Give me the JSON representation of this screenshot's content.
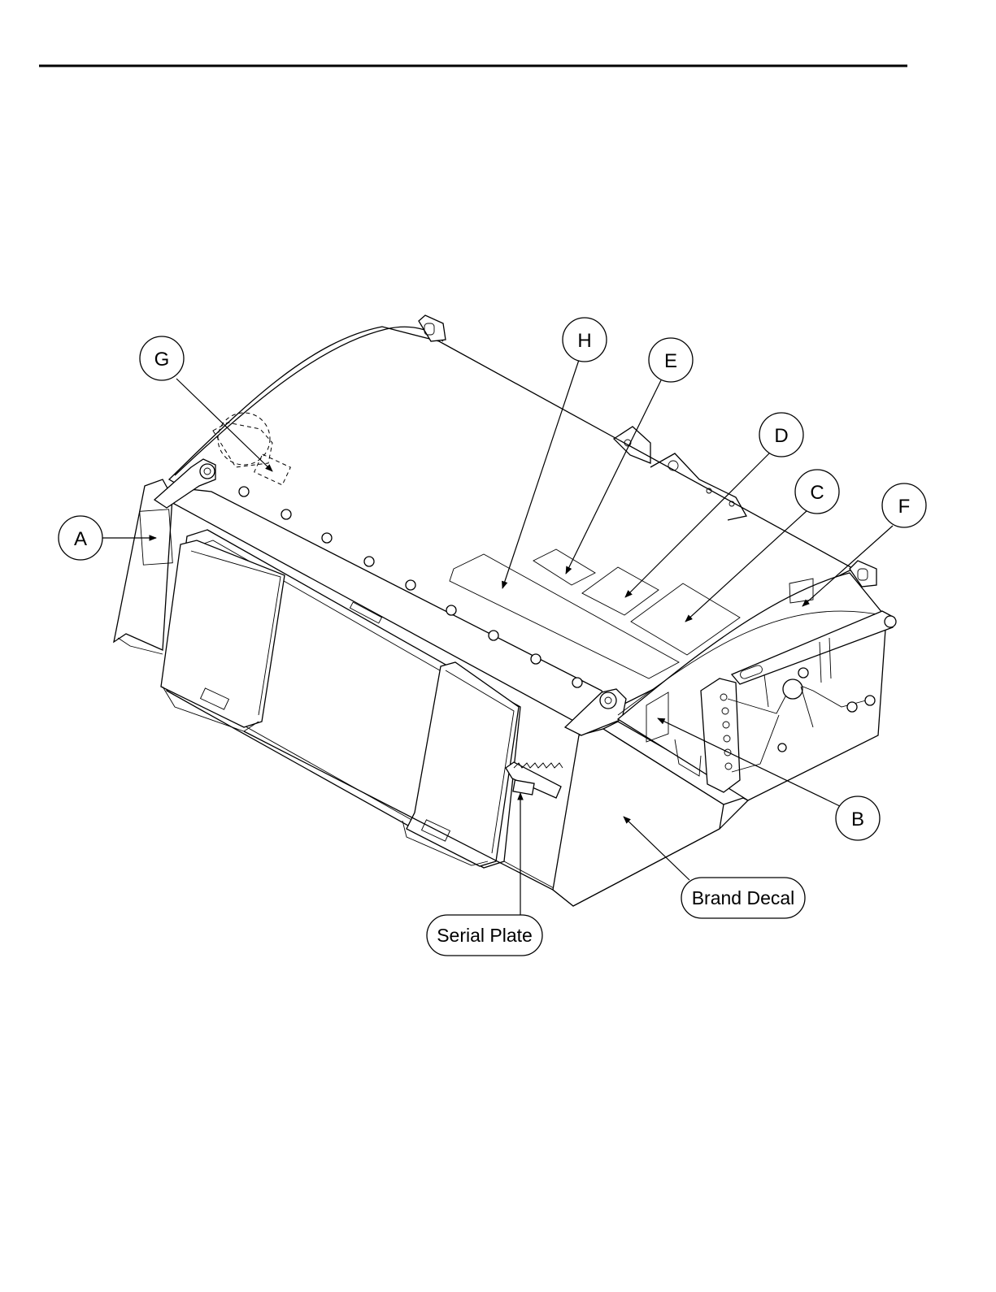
{
  "diagram": {
    "callouts": [
      {
        "id": "callout-a",
        "label": "A"
      },
      {
        "id": "callout-b",
        "label": "B"
      },
      {
        "id": "callout-c",
        "label": "C"
      },
      {
        "id": "callout-d",
        "label": "D"
      },
      {
        "id": "callout-e",
        "label": "E"
      },
      {
        "id": "callout-f",
        "label": "F"
      },
      {
        "id": "callout-g",
        "label": "G"
      },
      {
        "id": "callout-h",
        "label": "H"
      }
    ],
    "brand_decal_label": "Brand Decal",
    "serial_plate_label": "Serial Plate",
    "line_color": "#000000",
    "background_color": "#ffffff"
  }
}
